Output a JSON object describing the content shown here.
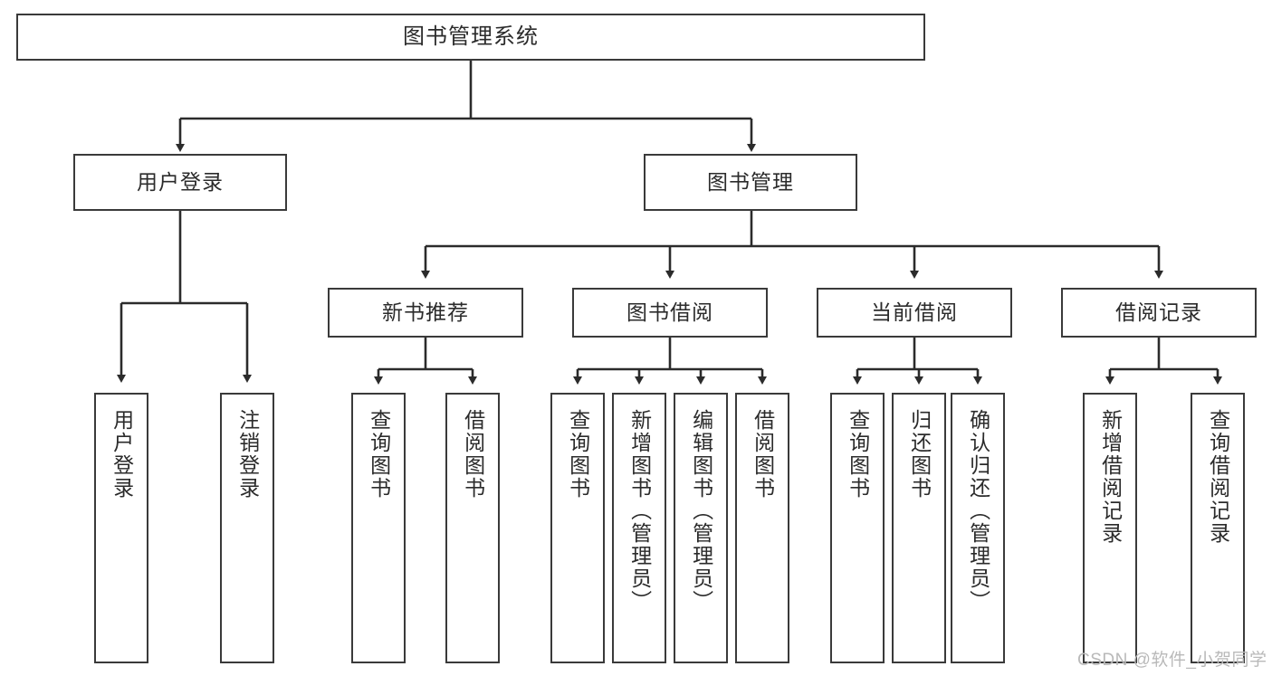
{
  "diagram": {
    "type": "tree",
    "title": "图书管理系统",
    "orientation": "top-down",
    "colors": {
      "box_border": "#3a3a3a",
      "box_fill": "#ffffff",
      "connector": "#2b2b2b",
      "text": "#2b2b2b",
      "watermark": "#b9b9b9",
      "background": "#ffffff"
    }
  },
  "root": {
    "label": "图书管理系统"
  },
  "level2": [
    {
      "id": "user-login",
      "label": "用户登录"
    },
    {
      "id": "book-management",
      "label": "图书管理"
    }
  ],
  "level3": [
    {
      "id": "new-book-recommend",
      "label": "新书推荐",
      "parent": "book-management"
    },
    {
      "id": "book-borrow",
      "label": "图书借阅",
      "parent": "book-management"
    },
    {
      "id": "current-borrow",
      "label": "当前借阅",
      "parent": "book-management"
    },
    {
      "id": "borrow-record",
      "label": "借阅记录",
      "parent": "book-management"
    }
  ],
  "leaves": {
    "user_login": [
      {
        "id": "leaf-user-login",
        "label": "用户登录"
      },
      {
        "id": "leaf-user-logout",
        "label": "注销登录"
      }
    ],
    "new_book_recommend": [
      {
        "id": "leaf-query-book-1",
        "label": "查询图书"
      },
      {
        "id": "leaf-borrow-book-1",
        "label": "借阅图书"
      }
    ],
    "book_borrow": [
      {
        "id": "leaf-query-book-2",
        "label": "查询图书"
      },
      {
        "id": "leaf-add-book",
        "label": "新增图书（管理员）"
      },
      {
        "id": "leaf-edit-book",
        "label": "编辑图书（管理员）"
      },
      {
        "id": "leaf-borrow-book-2",
        "label": "借阅图书"
      }
    ],
    "current_borrow": [
      {
        "id": "leaf-query-book-3",
        "label": "查询图书"
      },
      {
        "id": "leaf-return-book",
        "label": "归还图书"
      },
      {
        "id": "leaf-confirm-return",
        "label": "确认归还（管理员）"
      }
    ],
    "borrow_record": [
      {
        "id": "leaf-add-record",
        "label": "新增借阅记录"
      },
      {
        "id": "leaf-query-record",
        "label": "查询借阅记录"
      }
    ]
  },
  "watermark": {
    "text": "CSDN @软件_小贺同学"
  }
}
